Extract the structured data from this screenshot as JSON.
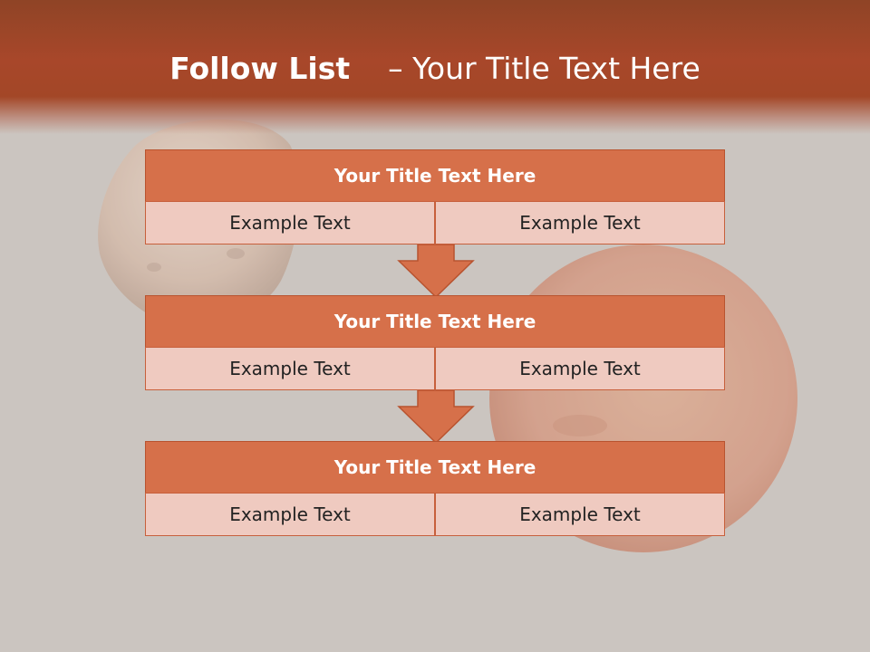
{
  "slide": {
    "title_bold": "Follow List",
    "title_rest": "– Your Title Text Here"
  },
  "steps": [
    {
      "title": "Your Title Text Here",
      "left_text": "Example Text",
      "right_text": "Example Text"
    },
    {
      "title": "Your Title Text Here",
      "left_text": "Example Text",
      "right_text": "Example Text"
    },
    {
      "title": "Your Title Text Here",
      "left_text": "Example Text",
      "right_text": "Example Text"
    }
  ],
  "colors": {
    "header": "#a34727",
    "box_title": "#d6704a",
    "box_cell": "#efcac0",
    "arrow": "#d6704a",
    "background": "#cbc5c0"
  }
}
